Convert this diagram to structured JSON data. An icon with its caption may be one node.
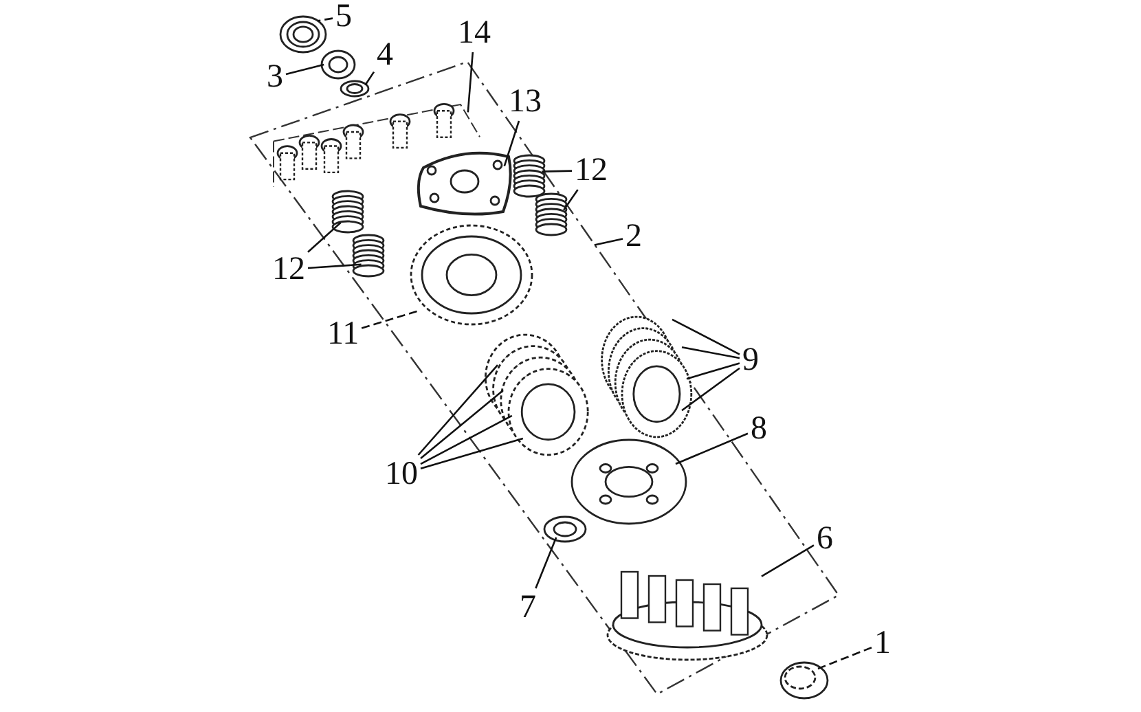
{
  "diagram": {
    "nodes": [
      {
        "text": [
          "1"
        ]
      },
      {
        "text": [],
        "shape": "picture"
      },
      {
        "text": [
          "2"
        ]
      },
      {
        "text": [],
        "shape": "box"
      },
      {
        "text": [
          "3"
        ]
      },
      {
        "text": [],
        "shape": "picture"
      },
      {
        "text": [
          "4"
        ]
      },
      {
        "text": [],
        "shape": "picture"
      },
      {
        "text": [
          "5"
        ]
      },
      {
        "text": [],
        "shape": "picture"
      },
      {
        "text": [
          "6"
        ]
      },
      {
        "text": [],
        "shape": "picture",
        "in": 3
      },
      {
        "text": [
          "7"
        ]
      },
      {
        "text": [],
        "shape": "picture",
        "in": 3
      },
      {
        "text": [
          "8"
        ]
      },
      {
        "text": [],
        "shape": "picture",
        "in": 3
      },
      {
        "text": [
          "9"
        ]
      },
      {
        "text": [],
        "shape": "picture",
        "in": 3
      },
      {
        "text": [
          "10"
        ]
      },
      {
        "text": [],
        "shape": "picture",
        "in": 3
      },
      {
        "text": [
          "11"
        ]
      },
      {
        "text": [],
        "shape": "picture",
        "in": 3
      },
      {
        "text": [
          "12"
        ]
      },
      {
        "text": [],
        "shape": "picture",
        "in": 3
      },
      {
        "text": [],
        "shape": "picture",
        "in": 3
      },
      {
        "text": [
          "12"
        ]
      },
      {
        "text": [],
        "shape": "picture",
        "in": 3
      },
      {
        "text": [],
        "shape": "picture",
        "in": 3
      },
      {
        "text": [
          "13"
        ]
      },
      {
        "text": [],
        "shape": "picture",
        "in": 3
      },
      {
        "text": [
          "14"
        ]
      },
      {
        "text": [],
        "shape": "picture",
        "in": 3
      }
    ],
    "edges": [
      {
        "from": 0,
        "to": 1,
        "arrow": "none",
        "style": "dashed"
      },
      {
        "from": 2,
        "to": 3,
        "arrow": "none"
      },
      {
        "from": 4,
        "to": 5,
        "arrow": "none"
      },
      {
        "from": 6,
        "to": 7,
        "arrow": "none"
      },
      {
        "from": 8,
        "to": 9,
        "arrow": "none",
        "style": "dashed"
      },
      {
        "from": 10,
        "to": 11,
        "arrow": "none"
      },
      {
        "from": 12,
        "to": 13,
        "arrow": "none"
      },
      {
        "from": 14,
        "to": 15,
        "arrow": "none"
      },
      {
        "from": 16,
        "to": 17,
        "arrow": "none"
      },
      {
        "from": 16,
        "to": 17,
        "arrow": "none"
      },
      {
        "from": 16,
        "to": 17,
        "arrow": "none"
      },
      {
        "from": 16,
        "to": 17,
        "arrow": "none"
      },
      {
        "from": 18,
        "to": 19,
        "arrow": "none"
      },
      {
        "from": 18,
        "to": 19,
        "arrow": "none"
      },
      {
        "from": 18,
        "to": 19,
        "arrow": "none"
      },
      {
        "from": 18,
        "to": 19,
        "arrow": "none"
      },
      {
        "from": 20,
        "to": 21,
        "arrow": "none",
        "style": "dashed"
      },
      {
        "from": 22,
        "to": 23,
        "arrow": "none"
      },
      {
        "from": 22,
        "to": 24,
        "arrow": "none"
      },
      {
        "from": 25,
        "to": 26,
        "arrow": "none"
      },
      {
        "from": 25,
        "to": 27,
        "arrow": "none"
      },
      {
        "from": 28,
        "to": 29,
        "arrow": "none"
      },
      {
        "from": 30,
        "to": 31,
        "arrow": "none"
      }
    ]
  }
}
